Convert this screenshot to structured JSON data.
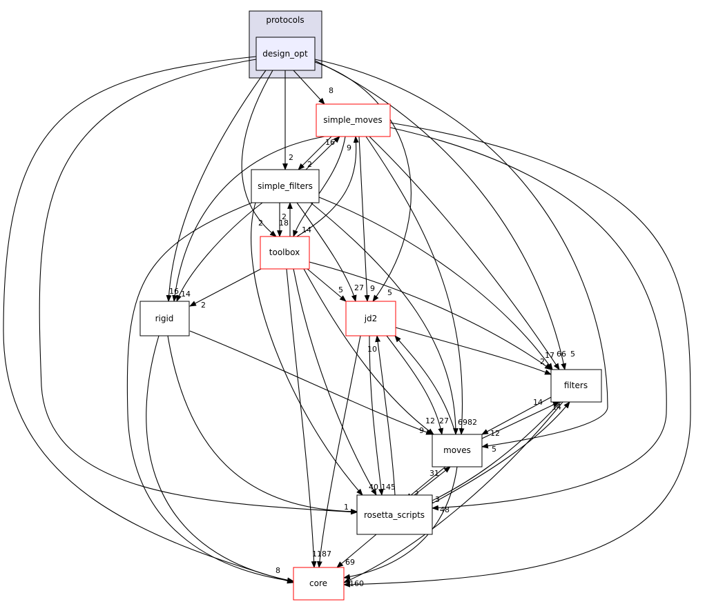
{
  "cluster": {
    "label": "protocols"
  },
  "nodes": {
    "design_opt": {
      "label": "design_opt"
    },
    "simple_moves": {
      "label": "simple_moves"
    },
    "simple_filters": {
      "label": "simple_filters"
    },
    "toolbox": {
      "label": "toolbox"
    },
    "rigid": {
      "label": "rigid"
    },
    "jd2": {
      "label": "jd2"
    },
    "filters": {
      "label": "filters"
    },
    "moves": {
      "label": "moves"
    },
    "rosetta_scripts": {
      "label": "rosetta_scripts"
    },
    "core": {
      "label": "core"
    }
  },
  "edge_labels": [
    "8",
    "16",
    "2",
    "9",
    "2",
    "2",
    "18",
    "14",
    "16",
    "14",
    "2",
    "5",
    "27",
    "9",
    "5",
    "2",
    "10",
    "17",
    "66",
    "5",
    "2",
    "14",
    "14",
    "12",
    "12",
    "27",
    "69",
    "82",
    "9",
    "5",
    "31",
    "2",
    "3",
    "48",
    "40",
    "145",
    "1",
    "1187",
    "8",
    "69",
    "160"
  ],
  "colors": {
    "cluster_fill": "#dddded",
    "inner_fill": "#eeeeff",
    "highlight_border": "#ff0000",
    "normal_border": "#000000"
  }
}
